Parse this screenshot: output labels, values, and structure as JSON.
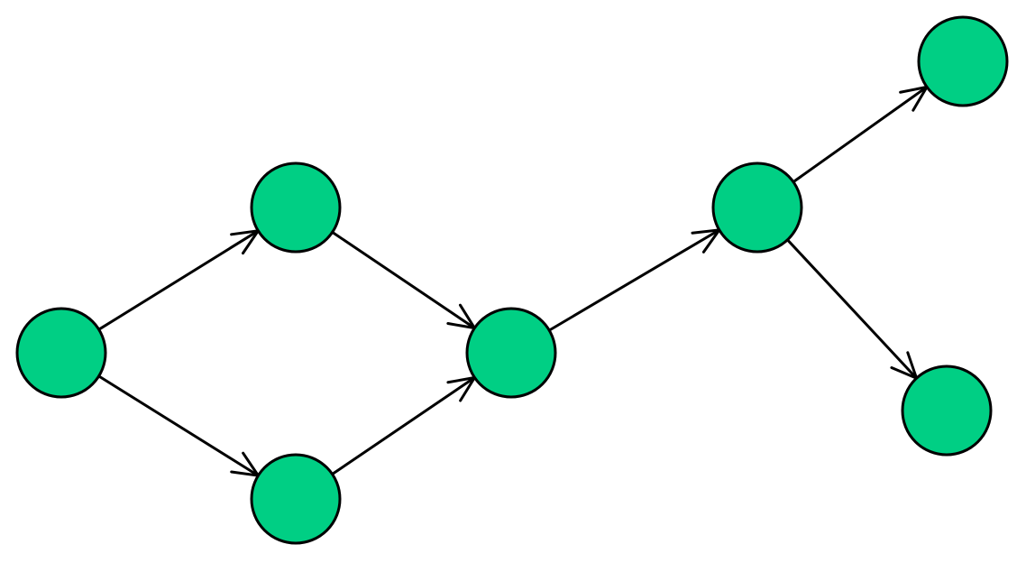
{
  "diagram": {
    "type": "directed-graph",
    "node_color": "#00cf84",
    "stroke_color": "#000000",
    "background": "#ffffff",
    "nodes": [
      {
        "id": "n1",
        "label": ""
      },
      {
        "id": "n2",
        "label": ""
      },
      {
        "id": "n3",
        "label": ""
      },
      {
        "id": "n4",
        "label": ""
      },
      {
        "id": "n5",
        "label": ""
      },
      {
        "id": "n6",
        "label": ""
      },
      {
        "id": "n7",
        "label": ""
      }
    ],
    "edges": [
      {
        "from": "n1",
        "to": "n2"
      },
      {
        "from": "n1",
        "to": "n3"
      },
      {
        "from": "n2",
        "to": "n4"
      },
      {
        "from": "n3",
        "to": "n4"
      },
      {
        "from": "n4",
        "to": "n5"
      },
      {
        "from": "n5",
        "to": "n6"
      },
      {
        "from": "n5",
        "to": "n7"
      }
    ]
  }
}
